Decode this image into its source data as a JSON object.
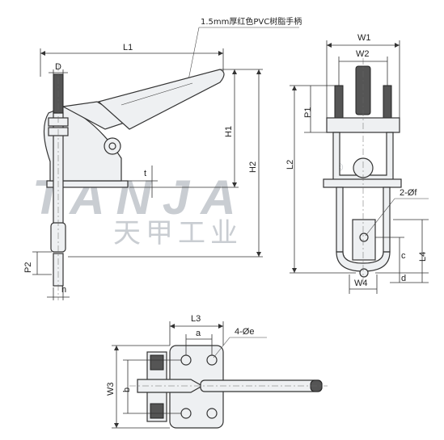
{
  "callout": {
    "handle_note": "1.5mm厚红色PVC树脂手柄"
  },
  "watermark": {
    "latin": "TANJA",
    "chinese": "天甲工业",
    "registered": "®"
  },
  "side_view": {
    "labels": {
      "L1": "L1",
      "D": "D",
      "H1": "H1",
      "H2": "H2",
      "t": "t",
      "P2": "P2",
      "h": "h"
    }
  },
  "front_view": {
    "labels": {
      "W1": "W1",
      "W2": "W2",
      "P1": "P1",
      "L2": "L2",
      "holes": "2-Øf",
      "c": "c",
      "L4": "L4",
      "d": "d",
      "W4": "W4"
    }
  },
  "bottom_view": {
    "labels": {
      "L3": "L3",
      "a": "a",
      "holes": "4-Øe",
      "W3": "W3",
      "b": "b"
    }
  },
  "colors": {
    "outline": "#333333",
    "metal": "#eef0f2",
    "watermark": "#c9cdd2"
  }
}
